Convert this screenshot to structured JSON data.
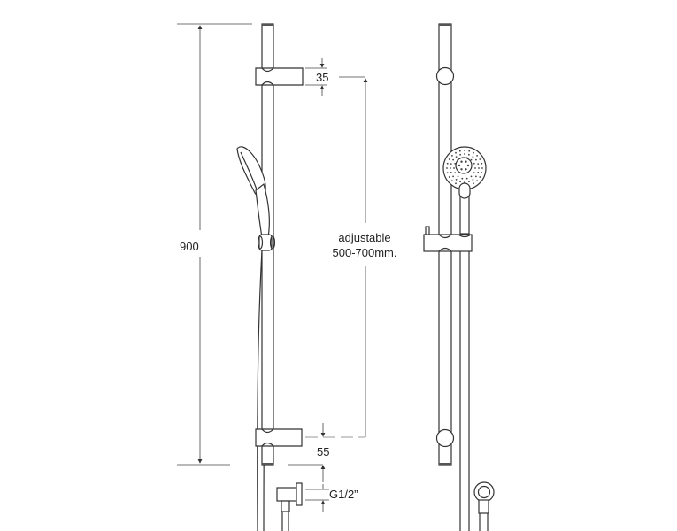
{
  "labels": {
    "overall_height": "900",
    "top_bracket": "35",
    "adjustable_line1": "adjustable",
    "adjustable_line2": "500-700mm.",
    "bottom_bracket": "55",
    "outlet_thread": "G1/2”"
  }
}
